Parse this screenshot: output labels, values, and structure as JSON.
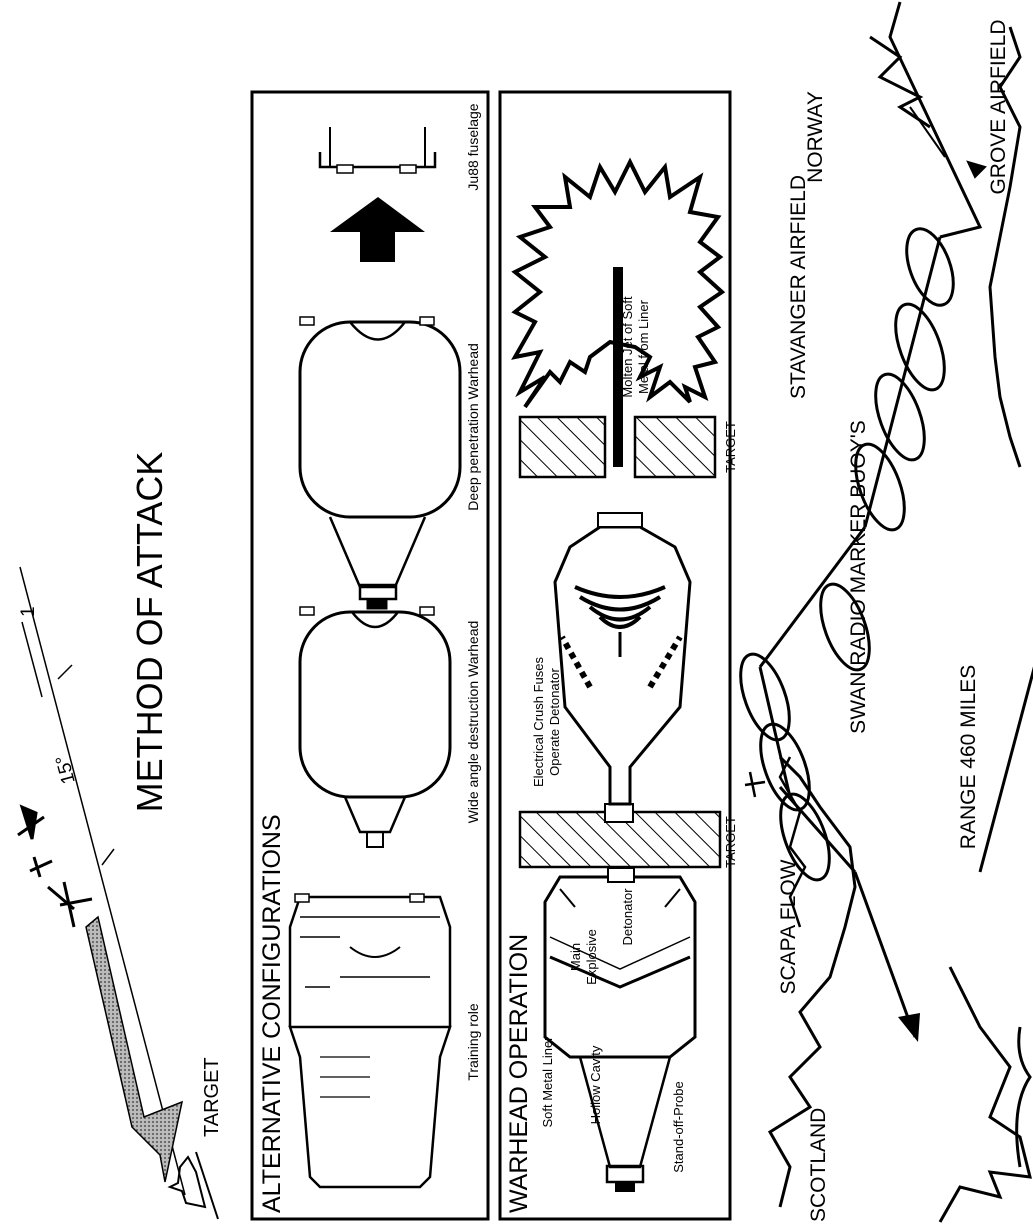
{
  "title": "METHOD OF ATTACK",
  "attack": {
    "target_label": "TARGET",
    "angle_label": "15°",
    "ratio_label": "1"
  },
  "alternative": {
    "heading": "ALTERNATIVE CONFIGURATIONS",
    "training": "Training role",
    "wide_angle": "Wide angle destruction Warhead",
    "deep": "Deep penetration Warhead",
    "fuselage": "Ju88 fuselage"
  },
  "warhead": {
    "heading": "WARHEAD OPERATION",
    "soft_liner": "Soft Metal Liner",
    "hollow_cavity": "Hollow Cavity",
    "standoff": "Stand-off-Probe",
    "main_line1": "Main",
    "main_line2": "Explosive",
    "detonator": "Detonator",
    "target1": "TARGET",
    "fuses_line1": "Electrical Crush Fuses",
    "fuses_line2": "Operate Detonator",
    "target2": "TARGET",
    "jet_line1": "Molten Jet of Soft",
    "jet_line2": "Metal from Liner"
  },
  "map": {
    "scotland": "SCOTLAND",
    "scapa": "SCAPA FLOW",
    "range": "RANGE 460 MILES",
    "buoys": "SWAN RADIO MARKER BUOY'S",
    "stavanger": "STAVANGER AIRFIELD",
    "norway": "NORWAY",
    "grove": "GROVE AIRFIELD"
  }
}
